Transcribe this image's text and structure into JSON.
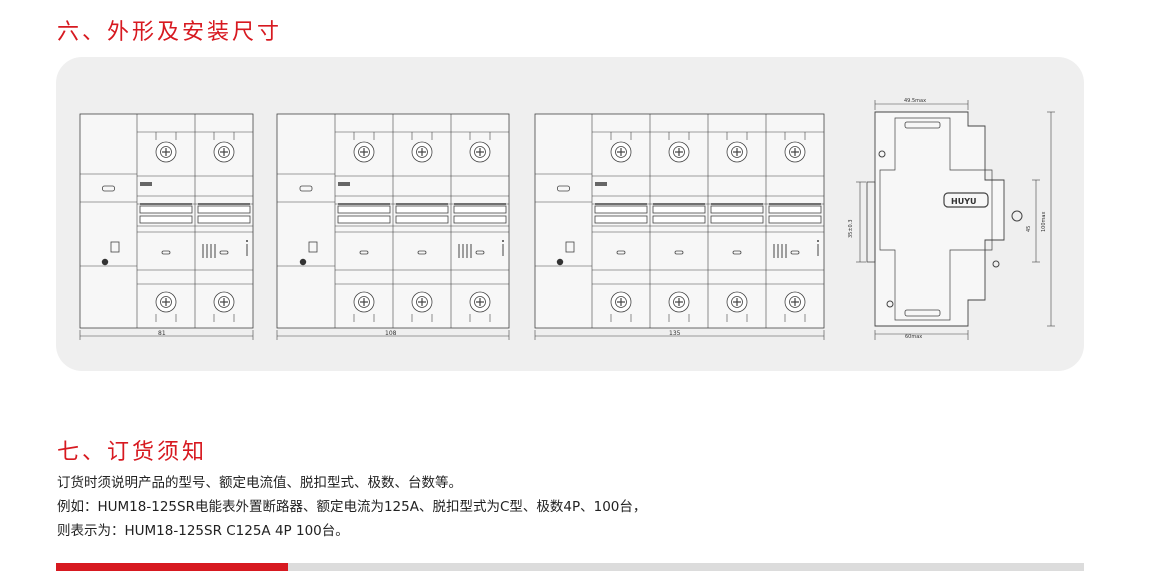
{
  "section6": {
    "title": "六、外形及安装尺寸"
  },
  "drawings": {
    "dim_2p": "81",
    "dim_3p": "108",
    "dim_4p": "135",
    "side_top": "49.5max",
    "side_bottom": "60max",
    "side_left": "35±0.3",
    "side_right_inner": "45",
    "side_right_outer": "100max",
    "brand": "HUYU"
  },
  "section7": {
    "title": "七、订货须知",
    "line1": "订货时须说明产品的型号、额定电流值、脱扣型式、极数、台数等。",
    "line2": "例如：HUM18-125SR电能表外置断路器、额定电流为125A、脱扣型式为C型、极数4P、100台，",
    "line3": "则表示为：HUM18-125SR C125A 4P 100台。"
  },
  "colors": {
    "accent": "#d71920",
    "panel": "#efefef",
    "line": "#444444"
  }
}
